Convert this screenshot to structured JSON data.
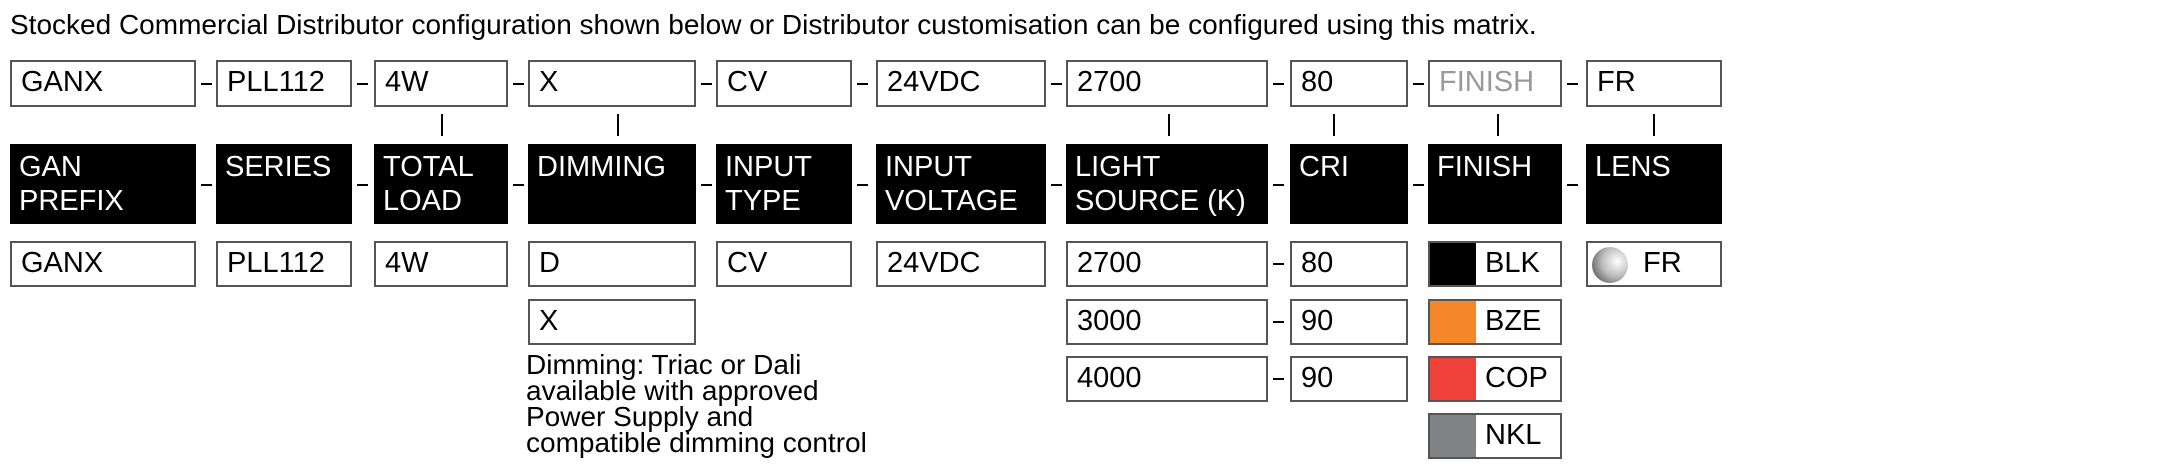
{
  "intro": "Stocked Commercial Distributor configuration shown below or Distributor customisation can be configured using this matrix.",
  "top_row": [
    "GANX",
    "PLL112",
    "4W",
    "X",
    "CV",
    "24VDC",
    "2700",
    "80",
    "FINISH",
    "FR"
  ],
  "headers": [
    {
      "l1": "GAN",
      "l2": "PREFIX"
    },
    {
      "l1": "SERIES",
      "l2": ""
    },
    {
      "l1": "TOTAL",
      "l2": "LOAD"
    },
    {
      "l1": "DIMMING",
      "l2": ""
    },
    {
      "l1": "INPUT",
      "l2": "TYPE"
    },
    {
      "l1": "INPUT",
      "l2": "VOLTAGE"
    },
    {
      "l1": "LIGHT",
      "l2": "SOURCE (K)"
    },
    {
      "l1": "CRI",
      "l2": ""
    },
    {
      "l1": "FINISH",
      "l2": ""
    },
    {
      "l1": "LENS",
      "l2": ""
    }
  ],
  "options": {
    "gan_prefix": [
      "GANX"
    ],
    "series": [
      "PLL112"
    ],
    "total_load": [
      "4W"
    ],
    "dimming": [
      "D",
      "X"
    ],
    "input_type": [
      "CV"
    ],
    "input_voltage": [
      "24VDC"
    ],
    "light_source": [
      "2700",
      "3000",
      "4000"
    ],
    "cri": [
      "80",
      "90",
      "90"
    ],
    "finish": [
      {
        "label": "BLK",
        "color": "#000000"
      },
      {
        "label": "BZE",
        "color": "#f5862a"
      },
      {
        "label": "COP",
        "color": "#ee4139"
      },
      {
        "label": "NKL",
        "color": "#808285"
      }
    ],
    "lens": [
      "FR"
    ]
  },
  "dimming_note": [
    "Dimming: Triac or Dali",
    "available with approved",
    "Power Supply and",
    "compatible dimming control"
  ]
}
